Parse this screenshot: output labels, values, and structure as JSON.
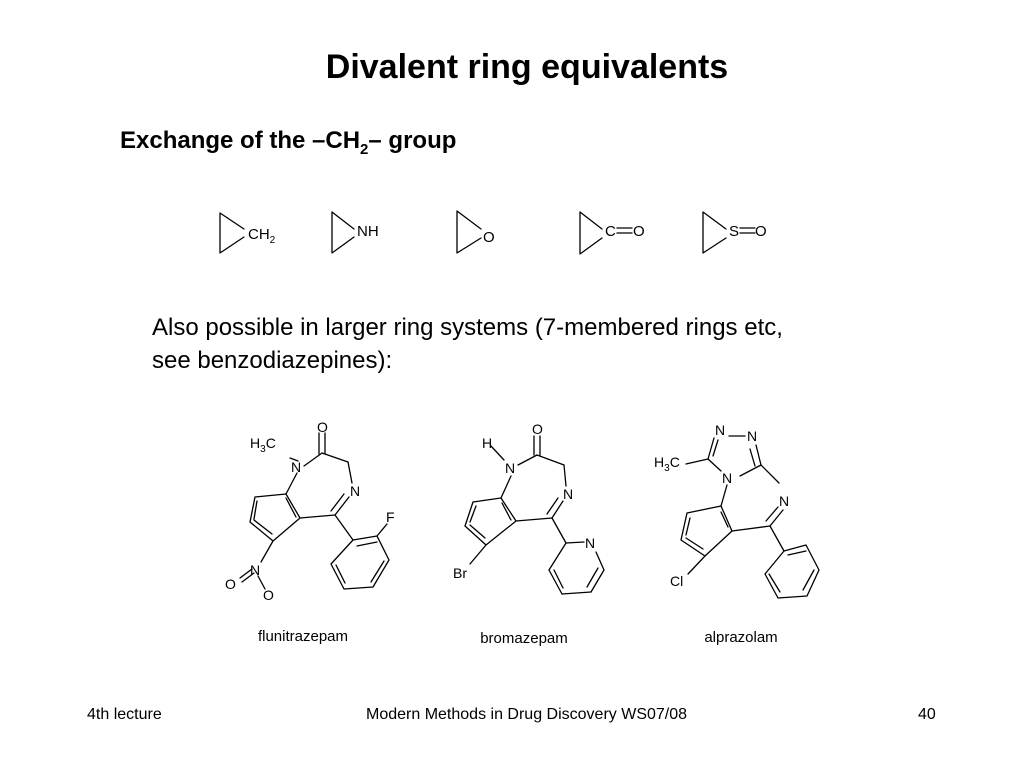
{
  "slide": {
    "title": "Divalent ring equivalents",
    "subtitle_pre": "Exchange of the –CH",
    "subtitle_sub": "2",
    "subtitle_post": "– group",
    "body_line1": "Also possible in larger ring systems (7-membered rings etc,",
    "body_line2": "see benzodiazepines):"
  },
  "rings": {
    "ch2": {
      "main": "CH",
      "sub": "2"
    },
    "nh": "NH",
    "o": "O",
    "co": {
      "c": "C",
      "o": "O"
    },
    "so": {
      "s": "S",
      "o": "O"
    }
  },
  "molecules": {
    "flunitrazepam": {
      "name": "flunitrazepam",
      "h3": "H",
      "h3sub": "3",
      "c": "C",
      "n1": "N",
      "n4": "N",
      "o": "O",
      "f": "F",
      "no2_n": "N",
      "no2_o1": "O",
      "no2_o2": "O"
    },
    "bromazepam": {
      "name": "bromazepam",
      "h": "H",
      "n1": "N",
      "n4": "N",
      "o": "O",
      "br": "Br",
      "pyr_n": "N"
    },
    "alprazolam": {
      "name": "alprazolam",
      "h3": "H",
      "h3sub": "3",
      "c": "C",
      "n_a": "N",
      "n_b": "N",
      "n_c": "N",
      "n_d": "N",
      "cl": "Cl"
    }
  },
  "footer": {
    "left": "4th lecture",
    "center": "Modern Methods in Drug Discovery WS07/08",
    "page": "40"
  }
}
